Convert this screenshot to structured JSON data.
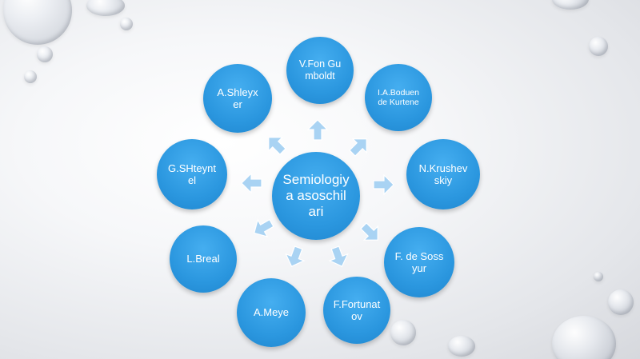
{
  "diagram": {
    "center": {
      "label": "Semiologiya asoschilari"
    },
    "nodes": [
      {
        "id": "fon-gumboldt",
        "label": "V.Fon Gumboldt"
      },
      {
        "id": "boduen",
        "label": "I.A.Boduen de Kurtene"
      },
      {
        "id": "krushevskiy",
        "label": "N.Krushevskiy"
      },
      {
        "id": "sossyur",
        "label": "F. de Sossyur"
      },
      {
        "id": "fortunatov",
        "label": "F.Fortunatov"
      },
      {
        "id": "meye",
        "label": "A.Meye"
      },
      {
        "id": "breal",
        "label": "L.Breal"
      },
      {
        "id": "shteyntel",
        "label": "G.SHteyntel"
      },
      {
        "id": "shleyxer",
        "label": "A.Shleyxer"
      }
    ],
    "colors": {
      "node": "#2b97df",
      "arrow": "#a9d3f3",
      "text": "#ffffff"
    }
  }
}
